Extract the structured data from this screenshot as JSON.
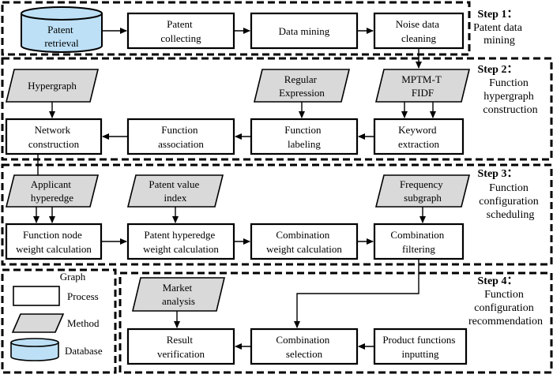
{
  "colors": {
    "database": "#bde0f6",
    "method": "#d9d9d9",
    "process": "#ffffff"
  },
  "steps": [
    {
      "title": "Step 1：",
      "lines": [
        "Patent data",
        "mining"
      ]
    },
    {
      "title": "Step 2：",
      "lines": [
        "Function",
        "hypergraph",
        "construction"
      ]
    },
    {
      "title": "Step 3：",
      "lines": [
        "Function",
        "configuration",
        "scheduling"
      ]
    },
    {
      "title": "Step 4：",
      "lines": [
        "Function",
        "configuration",
        "recommendation"
      ]
    }
  ],
  "nodes": {
    "patent_retrieval": [
      "Patent",
      "retrieval"
    ],
    "patent_collecting": [
      "Patent",
      "collecting"
    ],
    "data_mining": [
      "Data mining"
    ],
    "noise_cleaning": [
      "Noise data",
      "cleaning"
    ],
    "hypergraph": [
      "Hypergraph"
    ],
    "regular_expression": [
      "Regular",
      "Expression"
    ],
    "mptm": [
      "MPTM-T",
      "FIDF"
    ],
    "network_construction": [
      "Network",
      "construction"
    ],
    "function_association": [
      "Function",
      "association"
    ],
    "function_labeling": [
      "Function",
      "labeling"
    ],
    "keyword_extraction": [
      "Keyword",
      "extraction"
    ],
    "applicant_hyperedge": [
      "Applicant",
      "hyperedge"
    ],
    "patent_value_index": [
      "Patent value",
      "index"
    ],
    "frequency_subgraph": [
      "Frequency",
      "subgraph"
    ],
    "function_node_weight": [
      "Function node",
      "weight calculation"
    ],
    "patent_hyperedge_weight": [
      "Patent hyperedge",
      "weight calculation"
    ],
    "combination_weight": [
      "Combination",
      "weight calculation"
    ],
    "combination_filtering": [
      "Combination",
      "filtering"
    ],
    "market_analysis": [
      "Market",
      "analysis"
    ],
    "result_verification": [
      "Result",
      "verification"
    ],
    "combination_selection": [
      "Combination",
      "selection"
    ],
    "product_functions_inputting": [
      "Product functions",
      "inputting"
    ]
  },
  "legend": {
    "title": "Graph",
    "process": "Process",
    "method": "Method",
    "database": "Database"
  }
}
